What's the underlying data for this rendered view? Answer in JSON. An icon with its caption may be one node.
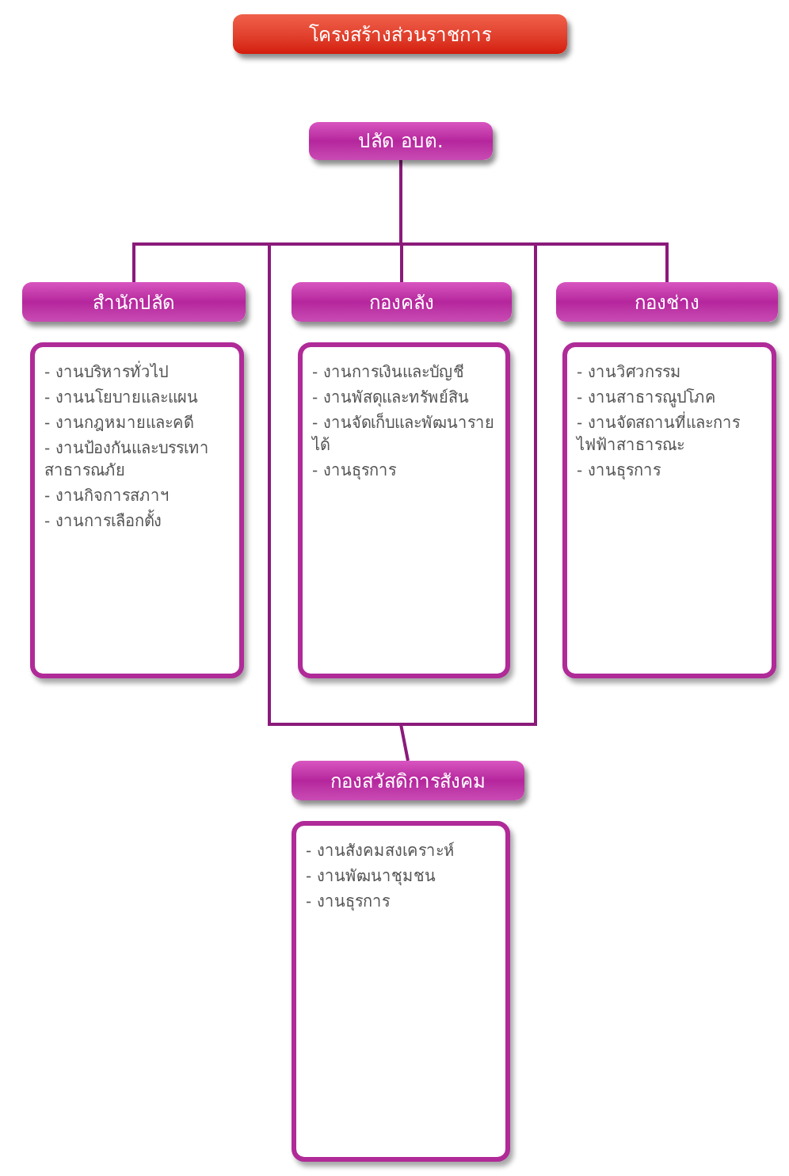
{
  "diagram": {
    "title": "โครงสร้างส่วนราชการ",
    "nodes": [
      {
        "text": [
          "ปลัด อบต."
        ]
      },
      {
        "text": [
          "สำนักปลัด"
        ]
      },
      {
        "text": [
          "- งานบริหารทั่วไป",
          "- งานนโยบายและแผน",
          "- งานกฎหมายและคดี",
          "- งานป้องกันและบรรเทาสาธารณภัย",
          "- งานกิจการสภาฯ",
          "- งานการเลือกตั้ง"
        ]
      },
      {
        "text": [
          "กองคลัง"
        ]
      },
      {
        "text": [
          "- งานการเงินและบัญชี",
          "- งานพัสดุและทรัพย์สิน",
          "- งานจัดเก็บและพัฒนารายได้",
          "- งานธุรการ"
        ]
      },
      {
        "text": [
          "กองช่าง"
        ]
      },
      {
        "text": [
          "- งานวิศวกรรม",
          "- งานสาธารณูปโภค",
          "- งานจัดสถานที่และการไฟฟ้าสาธารณะ",
          "- งานธุรการ"
        ]
      },
      {
        "text": [
          "กองสวัสดิการสังคม"
        ]
      },
      {
        "text": [
          "- งานสังคมสงเคราะห์",
          "- งานพัฒนาชุมชน",
          "- งานธุรการ"
        ]
      }
    ],
    "edges": [
      {
        "from": 0,
        "to": 1,
        "arrow": "none"
      },
      {
        "from": 0,
        "to": 3,
        "arrow": "none"
      },
      {
        "from": 0,
        "to": 5,
        "arrow": "none"
      },
      {
        "from": 0,
        "to": 7,
        "arrow": "none"
      }
    ]
  }
}
